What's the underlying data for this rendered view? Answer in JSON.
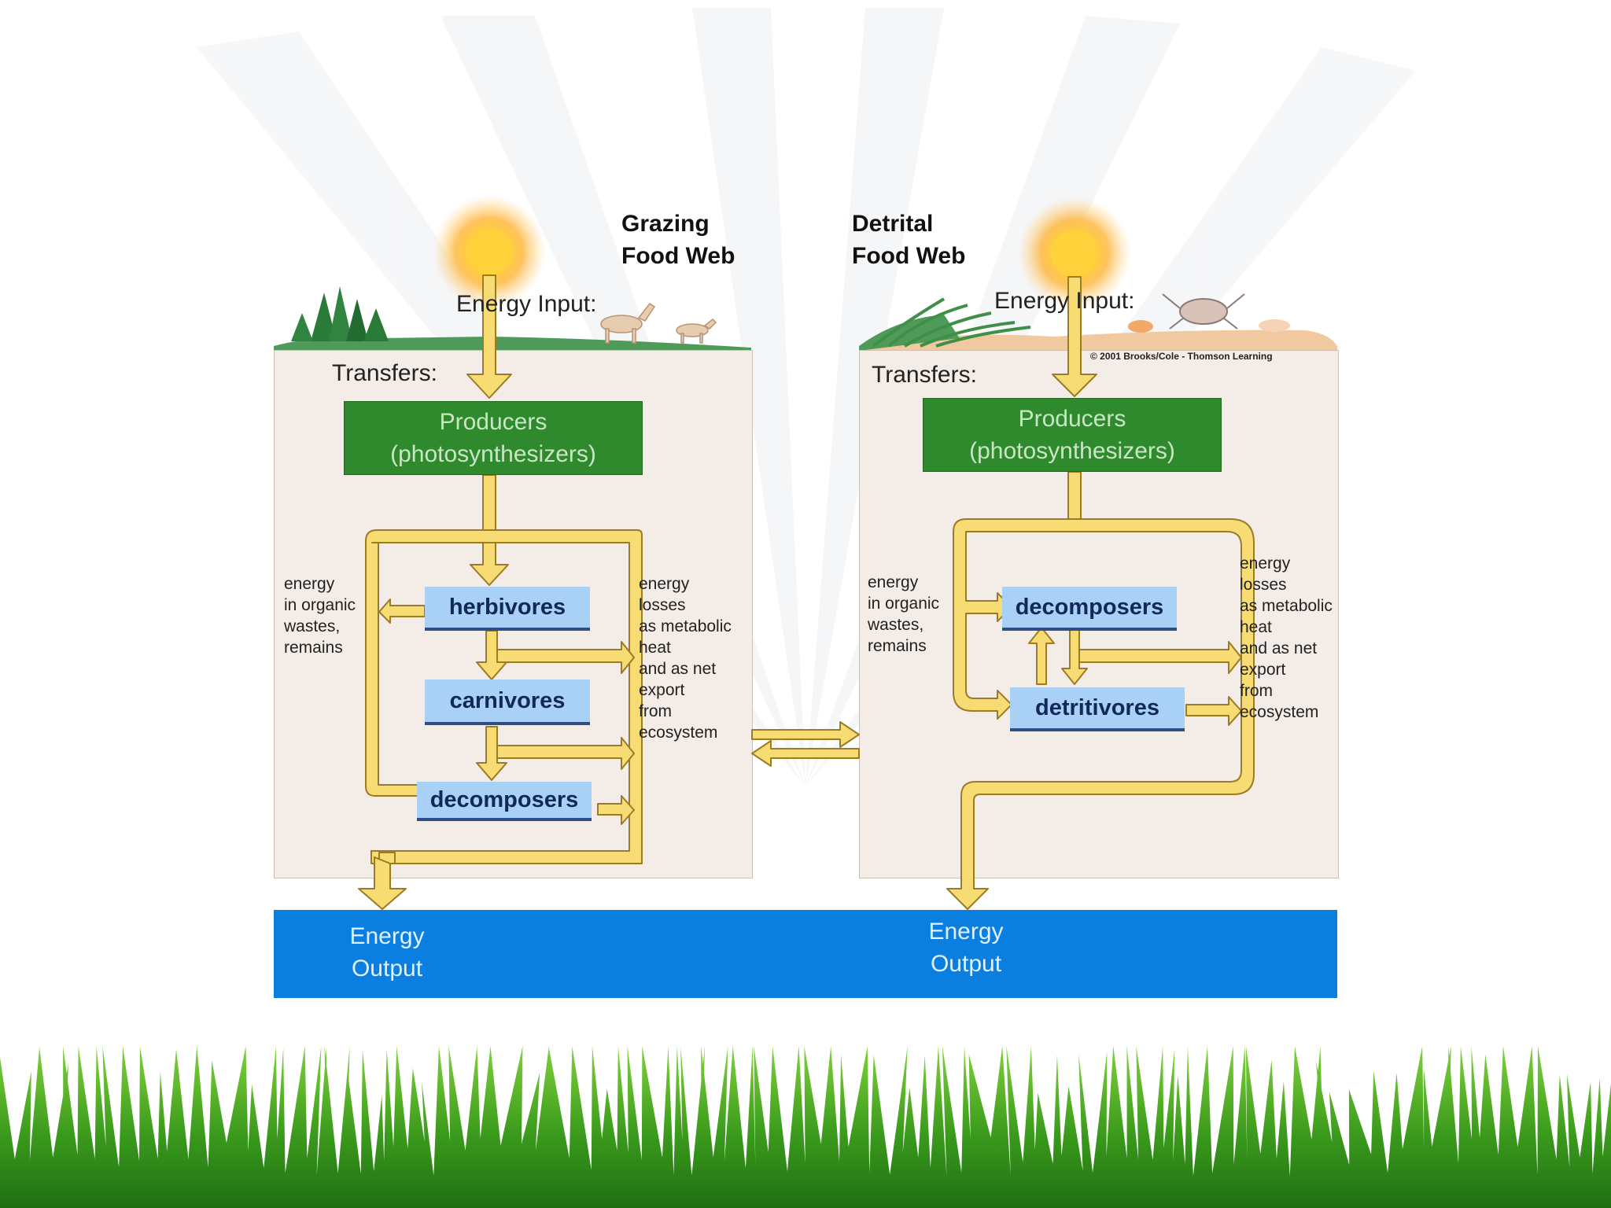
{
  "grazing": {
    "title_line1": "Grazing",
    "title_line2": "Food Web",
    "energy_input": "Energy Input:",
    "transfers": "Transfers:",
    "producers_line1": "Producers",
    "producers_line2": "(photosynthesizers)",
    "herbivores": "herbivores",
    "carnivores": "carnivores",
    "decomposers": "decomposers",
    "left_note": [
      "energy",
      "in organic",
      "wastes,",
      "remains"
    ],
    "right_note": [
      "energy",
      "losses",
      "as metabolic",
      "heat",
      "and as net",
      "export",
      "from",
      "ecosystem"
    ],
    "output_line1": "Energy",
    "output_line2": "Output"
  },
  "detrital": {
    "title_line1": "Detrital",
    "title_line2": "Food Web",
    "energy_input": "Energy Input:",
    "transfers": "Transfers:",
    "producers_line1": "Producers",
    "producers_line2": "(photosynthesizers)",
    "decomposers": "decomposers",
    "detritivores": "detritivores",
    "left_note": [
      "energy",
      "in organic",
      "wastes,",
      "remains"
    ],
    "right_note": [
      "energy",
      "losses",
      "as metabolic",
      "heat",
      "and as net",
      "export",
      "from",
      "ecosystem"
    ],
    "output_line1": "Energy",
    "output_line2": "Output",
    "copyright": "© 2001 Brooks/Cole - Thomson Learning"
  },
  "colors": {
    "arrow_fill": "#f7dc74",
    "arrow_stroke": "#9c7b25",
    "producer_green": "#2f8a2e",
    "organism_blue": "#a8d1f5",
    "output_blue": "#0a7fe0",
    "panel_bg": "#f3ece7",
    "grass_green": "#3a9a1c"
  }
}
